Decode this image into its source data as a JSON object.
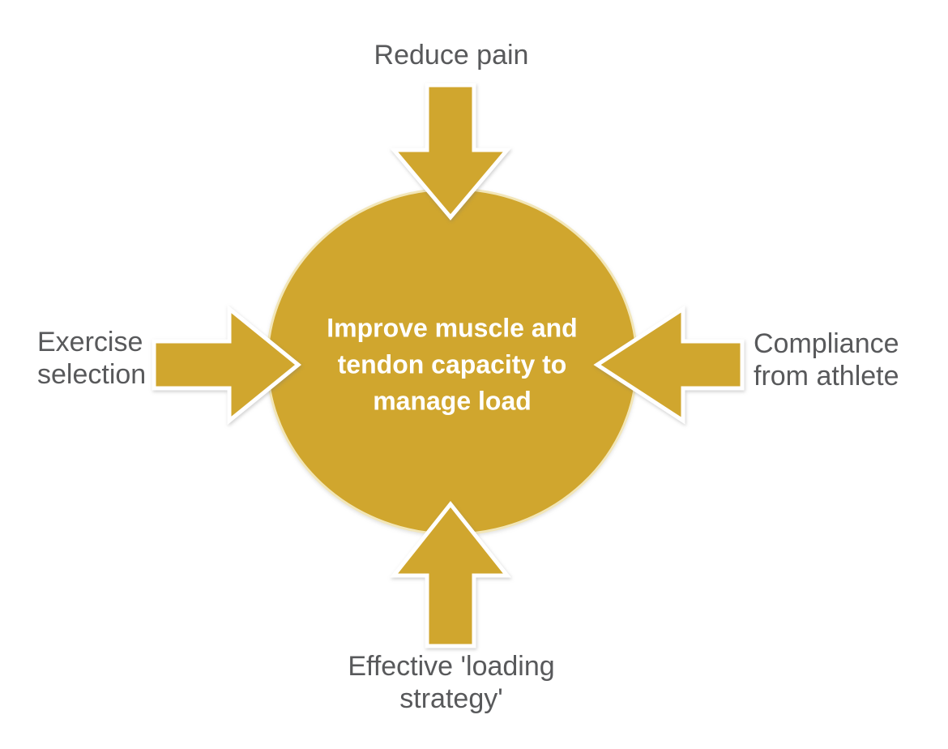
{
  "diagram": {
    "center": {
      "label": "Improve muscle and tendon capacity to manage load",
      "lines": [
        "Improve muscle and",
        "tendon capacity to",
        "manage load"
      ]
    },
    "factors": {
      "top": {
        "label": "Reduce pain",
        "lines": [
          "Reduce pain"
        ],
        "arrow_direction": "down"
      },
      "left": {
        "label": "Exercise selection",
        "lines": [
          "Exercise",
          "selection"
        ],
        "arrow_direction": "right"
      },
      "right": {
        "label": "Compliance from athlete",
        "lines": [
          "Compliance",
          "from athlete"
        ],
        "arrow_direction": "left"
      },
      "bottom": {
        "label": "Effective 'loading strategy'",
        "lines": [
          "Effective 'loading",
          "strategy'"
        ],
        "arrow_direction": "up"
      }
    },
    "colors": {
      "gold": "#D0A62E",
      "arrow_outline": "#FFFFFF",
      "circle_outline": "#F2E6B8",
      "label_text": "#58595B",
      "center_text": "#FFFFFF",
      "background": "#FFFFFF"
    }
  }
}
